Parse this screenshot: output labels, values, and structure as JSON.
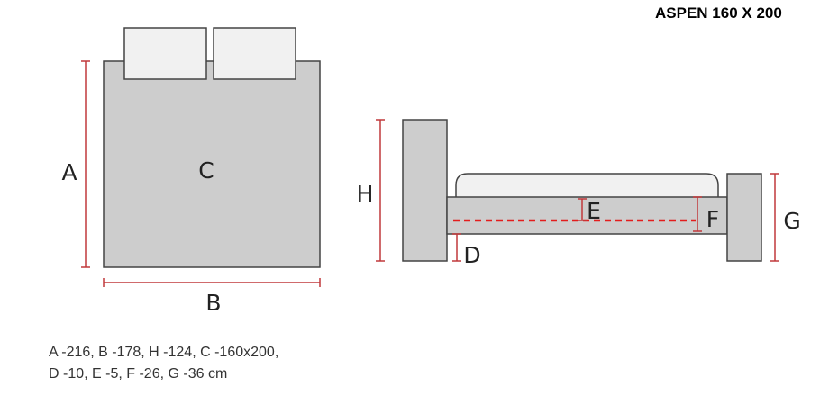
{
  "title": "ASPEN 160 X 200",
  "labels": {
    "a": "A",
    "b": "B",
    "c": "C",
    "d": "D",
    "e": "E",
    "f": "F",
    "g": "G",
    "h": "H"
  },
  "legend": {
    "line1": "A -216, B -178, H -124, C -160x200,",
    "line2": "D -10, E -5, F -26, G -36 cm"
  },
  "colors": {
    "frame_fill": "#cdcdcd",
    "frame_stroke": "#444444",
    "pillow_fill": "#f1f1f1",
    "dimension_line": "#c0393b",
    "dashed_line": "#e31d1d"
  }
}
